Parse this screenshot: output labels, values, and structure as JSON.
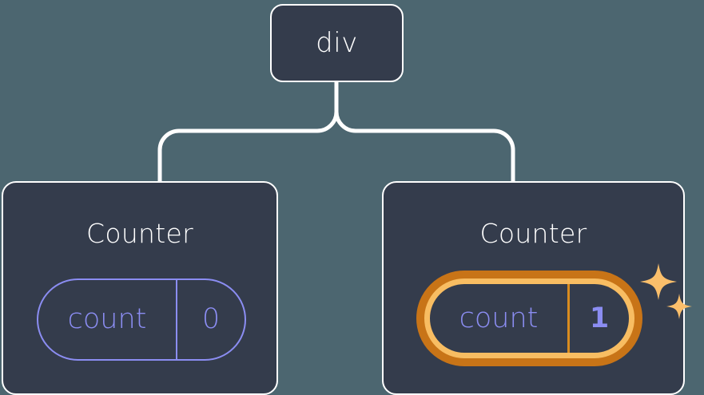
{
  "theme": {
    "background": "#4c6670",
    "node_fill": "#343c4c",
    "node_border": "#ffffff",
    "connector": "#ffffff",
    "state_accent": "#8b8df2",
    "highlight_outer": "#c87417",
    "highlight_inner": "#f8bd62",
    "sparkle": "#fbbf6b"
  },
  "tree": {
    "root": {
      "label": "div"
    },
    "children": [
      {
        "title": "Counter",
        "state": {
          "key": "count",
          "value": "0",
          "highlighted": false
        }
      },
      {
        "title": "Counter",
        "state": {
          "key": "count",
          "value": "1",
          "highlighted": true
        }
      }
    ]
  },
  "icons": {
    "sparkle_large": "sparkle-icon",
    "sparkle_small": "sparkle-icon"
  }
}
